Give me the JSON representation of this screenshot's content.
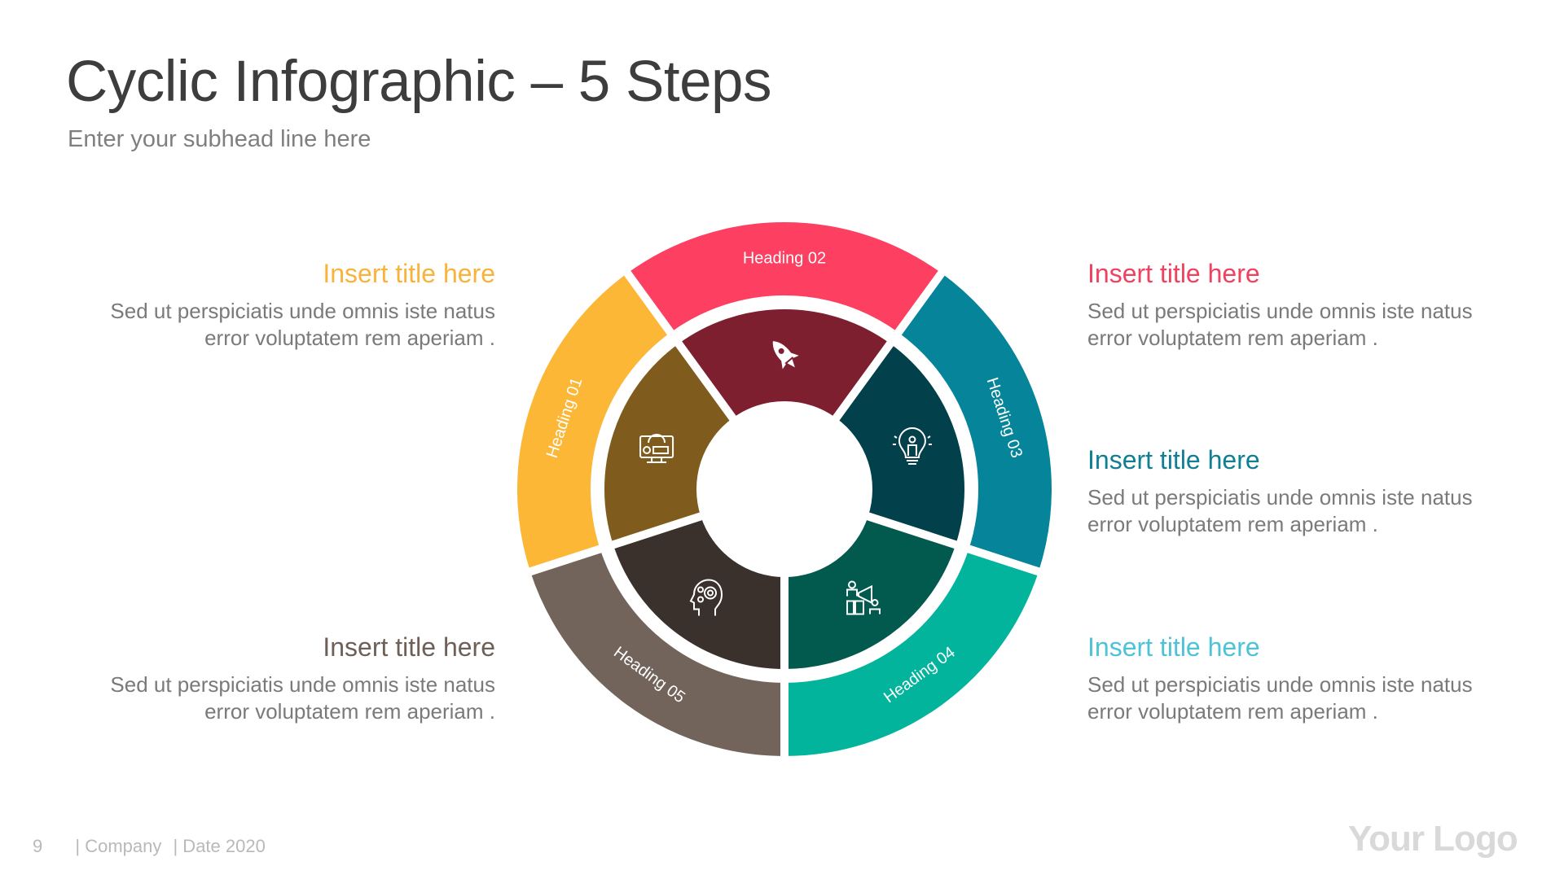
{
  "header": {
    "title": "Cyclic Infographic – 5 Steps",
    "subhead": "Enter your subhead line here"
  },
  "steps": [
    {
      "heading": "Heading 01",
      "outer_color": "#fbb735",
      "inner_color": "#7f5c1d",
      "icon": "monitor-gear-dashboard-icon",
      "title": "Insert title here",
      "title_color": "#f9b33a",
      "desc_line1": "Sed ut perspiciatis unde omnis iste natus",
      "desc_line2": "error voluptatem rem aperiam ."
    },
    {
      "heading": "Heading 02",
      "outer_color": "#fd3f61",
      "inner_color": "#7e1f30",
      "icon": "rocket-icon",
      "title": "Insert title here",
      "title_color": "#f0415f",
      "desc_line1": "Sed ut perspiciatis unde omnis iste natus",
      "desc_line2": "error voluptatem rem aperiam ."
    },
    {
      "heading": "Heading 03",
      "outer_color": "#05849a",
      "inner_color": "#02404b",
      "icon": "lightbulb-person-icon",
      "title": "Insert title here",
      "title_color": "#107f92",
      "desc_line1": "Sed ut perspiciatis unde omnis iste natus",
      "desc_line2": "error voluptatem rem aperiam ."
    },
    {
      "heading": "Heading 04",
      "outer_color": "#03b49d",
      "inner_color": "#015a4d",
      "icon": "megaphone-team-icon",
      "title": "Insert title here",
      "title_color": "#4cc3d6",
      "desc_line1": "Sed ut perspiciatis unde omnis iste natus",
      "desc_line2": "error voluptatem rem aperiam ."
    },
    {
      "heading": "Heading 05",
      "outer_color": "#72645b",
      "inner_color": "#3a312d",
      "icon": "head-gears-icon",
      "title": "Insert title here",
      "title_color": "#6e5f57",
      "desc_line1": "Sed ut perspiciatis unde omnis iste natus",
      "desc_line2": "error voluptatem rem aperiam ."
    }
  ],
  "footer": {
    "page_number": "9",
    "company": "| Company",
    "date": "| Date 2020",
    "logo": "Your Logo"
  }
}
